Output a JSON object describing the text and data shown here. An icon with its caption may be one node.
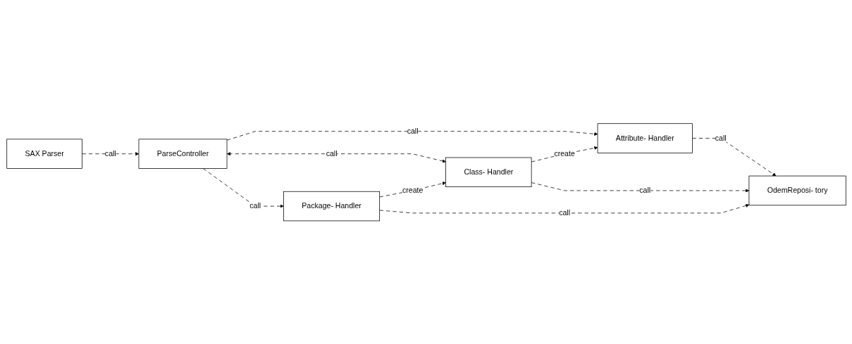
{
  "diagram": {
    "nodes": [
      {
        "text": [
          "SAX Parser"
        ]
      },
      {
        "text": [
          "ParseController"
        ]
      },
      {
        "text": [
          "Attribute- Handler"
        ]
      },
      {
        "text": [
          "Class- Handler"
        ]
      },
      {
        "text": [
          "Package- Handler"
        ]
      },
      {
        "text": [
          "OdemReposi- tory"
        ]
      }
    ],
    "edges": [
      {
        "from": 0,
        "to": 1,
        "label": "call",
        "arrow": "to",
        "style": "dashed"
      },
      {
        "from": 1,
        "to": 2,
        "label": "call",
        "arrow": "to",
        "style": "dashed"
      },
      {
        "from": 1,
        "to": 3,
        "label": "call",
        "arrow": "both",
        "style": "dashed"
      },
      {
        "from": 1,
        "to": 4,
        "label": "call",
        "arrow": "to",
        "style": "dashed"
      },
      {
        "from": 3,
        "to": 2,
        "label": "create",
        "arrow": "to",
        "style": "dashed"
      },
      {
        "from": 4,
        "to": 3,
        "label": "create",
        "arrow": "to",
        "style": "dashed"
      },
      {
        "from": 2,
        "to": 5,
        "label": "call",
        "arrow": "to",
        "style": "dashed"
      },
      {
        "from": 3,
        "to": 5,
        "label": "call",
        "arrow": "to",
        "style": "dashed"
      },
      {
        "from": 4,
        "to": 5,
        "label": "call",
        "arrow": "to",
        "style": "dashed"
      }
    ]
  }
}
